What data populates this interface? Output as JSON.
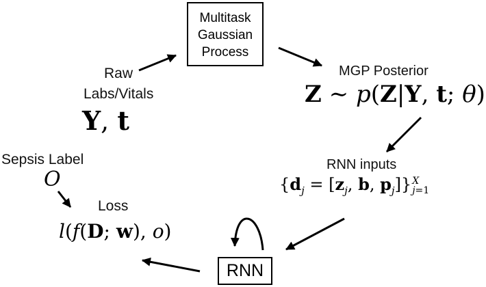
{
  "nodes": {
    "mgp": {
      "line1": "Multitask",
      "line2": "Gaussian",
      "line3": "Process"
    },
    "raw": {
      "line1": "Raw",
      "line2": "Labs/Vitals",
      "math": "Y, t"
    },
    "posterior": {
      "label": "MGP Posterior",
      "math": "Z ∼ p(Z|Y, t; θ)"
    },
    "rnn_inputs": {
      "label": "RNN inputs",
      "math": "{dj = [zj, b, pj]}j=1^X"
    },
    "rnn": {
      "label": "RNN"
    },
    "sepsis": {
      "label": "Sepsis Label",
      "math": "O"
    },
    "loss": {
      "label": "Loss",
      "math": "l(f(D; w), o)"
    }
  },
  "colors": {
    "stroke": "#000000",
    "text": "#111111",
    "background": "#ffffff"
  }
}
